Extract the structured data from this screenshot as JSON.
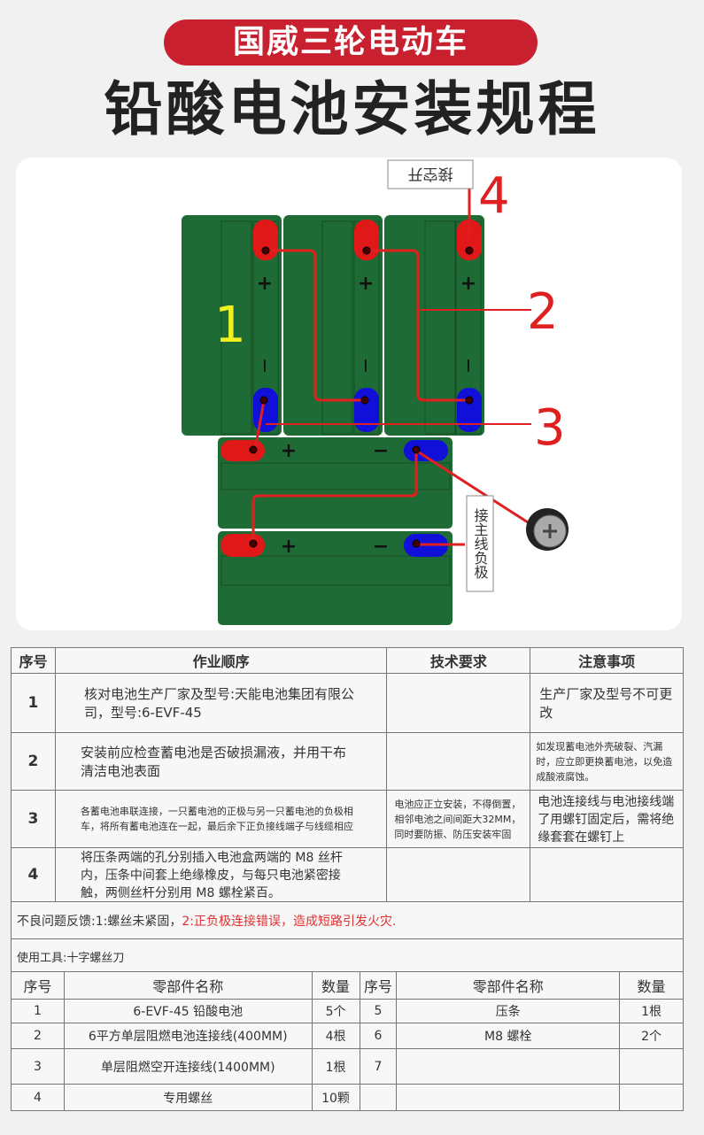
{
  "header": {
    "brand": "国威三轮电动车",
    "title": "铅酸电池安装规程"
  },
  "diagram": {
    "labels": {
      "n1": "1",
      "n2": "2",
      "n3": "3",
      "n4": "4",
      "plus": "+",
      "minus": "−",
      "breaker": "接空开",
      "main_negative": "接主线负极"
    },
    "colors": {
      "battery": "#1f6b35",
      "positive": "#e01818",
      "negative": "#1010d8",
      "wire": "#e02020",
      "label": "#e02020",
      "number1": "#f0f020"
    }
  },
  "procedure": {
    "headers": [
      "序号",
      "作业顺序",
      "技术要求",
      "注意事项"
    ],
    "rows": [
      {
        "no": "1",
        "step": "核对电池生产厂家及型号:天能电池集团有限公司，型号:6-EVF-45",
        "req": "",
        "note": "生产厂家及型号不可更改"
      },
      {
        "no": "2",
        "step": "安装前应检查蓄电池是否破损漏液，并用干布清洁电池表面",
        "req": "",
        "note": "如发现蓄电池外壳破裂、汽漏时，应立即更换蓄电池，以免造成酸液腐蚀。"
      },
      {
        "no": "3",
        "step": "各蓄电池串联连接，一只蓄电池的正极与另一只蓄电池的负极相车，将所有蓄电池连在一起，最后余下正负接线端子与线缆相应",
        "req": "电池应正立安装，不得倒置，相邻电池之间间距大32MM，同时要防振、防压安装牢固",
        "note": "电池连接线与电池接线端了用螺钉固定后，需将绝缘套套在螺钉上"
      },
      {
        "no": "4",
        "step": "将压条两端的孔分别插入电池盒两端的 M8 丝杆内，压条中间套上绝缘橡皮，与每只电池紧密接触，两侧丝杆分别用 M8 螺栓紧百。",
        "req": "",
        "note": ""
      }
    ],
    "feedback_prefix": "不良问题反馈:1:螺丝未紧固，",
    "feedback_red": "2:正负极连接错误，造成短路引发火灾.",
    "tools": "使用工具:十字螺丝刀"
  },
  "parts": {
    "headers": [
      "序号",
      "零部件名称",
      "数量",
      "序号",
      "零部件名称",
      "数量"
    ],
    "rows": [
      {
        "a_no": "1",
        "a_name": "6-EVF-45 铅酸电池",
        "a_qty": "5个",
        "b_no": "5",
        "b_name": "压条",
        "b_qty": "1根"
      },
      {
        "a_no": "2",
        "a_name": "6平方单层阻燃电池连接线(400MM)",
        "a_qty": "4根",
        "b_no": "6",
        "b_name": "M8 螺栓",
        "b_qty": "2个"
      },
      {
        "a_no": "3",
        "a_name": "单层阻燃空开连接线(1400MM)",
        "a_qty": "1根",
        "b_no": "7",
        "b_name": "",
        "b_qty": ""
      },
      {
        "a_no": "4",
        "a_name": "专用螺丝",
        "a_qty": "10颗",
        "b_no": "",
        "b_name": "",
        "b_qty": ""
      }
    ]
  }
}
